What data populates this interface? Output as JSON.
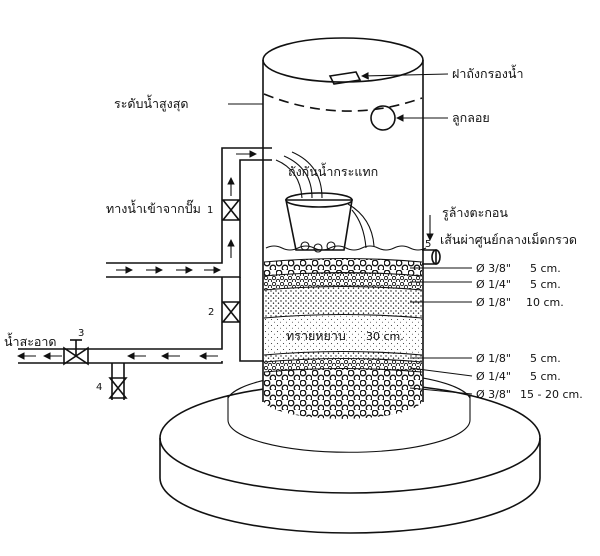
{
  "labels": {
    "tank_lid": "ฝาถังกรองน้ำ",
    "max_water_level": "ระดับน้ำสูงสุด",
    "float_ball": "ลูกลอย",
    "splash_tray": "ถังกันน้ำกระแทก",
    "pump_inlet": "ทางน้ำเข้าจากปั๊ม",
    "sediment_flush": "รูล้างตะกอน",
    "gravel_diameter": "เส้นผ่าศูนย์กลางเม็ดกรวด",
    "fine_sand": "ทรายหยาบ",
    "fine_sand_depth": "30 cm.",
    "clean_water": "น้ำสะอาด"
  },
  "valves": [
    "1",
    "2",
    "3",
    "4",
    "5"
  ],
  "layers_top": [
    {
      "size": "Ø 3/8\"",
      "depth": "5 cm."
    },
    {
      "size": "Ø 1/4\"",
      "depth": "5 cm."
    },
    {
      "size": "Ø 1/8\"",
      "depth": "10 cm."
    }
  ],
  "layers_bottom": [
    {
      "size": "Ø 1/8\"",
      "depth": "5 cm."
    },
    {
      "size": "Ø 1/4\"",
      "depth": "5 cm."
    },
    {
      "size": "Ø 3/8\"",
      "depth": "15 - 20 cm."
    }
  ]
}
